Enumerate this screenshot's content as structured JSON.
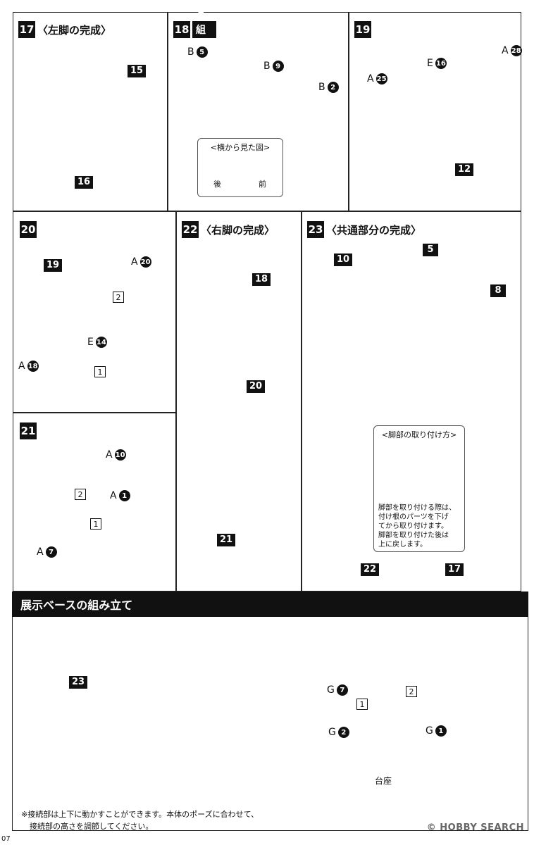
{
  "steps": {
    "s17": {
      "num": "17",
      "title": "〈左脚の完成〉",
      "tags": [
        "15",
        "16"
      ]
    },
    "s18": {
      "num": "18",
      "title": "右脚の組み立て",
      "labels": [
        "B",
        "5",
        "B",
        "9",
        "B",
        "2"
      ],
      "box_title": "<横から見た図>",
      "back": "後",
      "front": "前"
    },
    "s19": {
      "num": "19",
      "labels": [
        "A",
        "25",
        "E",
        "16",
        "A",
        "28"
      ],
      "tag": "12"
    },
    "s20": {
      "num": "20",
      "tag": "19",
      "labels": [
        "A",
        "20",
        "A",
        "18",
        "E",
        "14"
      ],
      "seq": [
        "2",
        "1"
      ]
    },
    "s21": {
      "num": "21",
      "labels": [
        "A",
        "10",
        "A",
        "1",
        "A",
        "7"
      ],
      "seq": [
        "2",
        "1"
      ]
    },
    "s22": {
      "num": "22",
      "title": "〈右脚の完成〉",
      "tags": [
        "18",
        "20",
        "21"
      ]
    },
    "s23": {
      "num": "23",
      "title": "〈共通部分の完成〉",
      "tags": [
        "10",
        "5",
        "8",
        "22",
        "17"
      ],
      "box_title": "<脚部の取り付け方>",
      "box_text": [
        "脚部を取り付ける際は、",
        "付け根のパーツを下げ",
        "てから取り付けます。",
        "脚部を取り付けた後は",
        "上に戻します。"
      ]
    }
  },
  "base": {
    "header": "展示ベースの組み立て",
    "tag": "23",
    "labels": [
      "G",
      "7",
      "G",
      "2",
      "G",
      "1"
    ],
    "seq": [
      "1",
      "2"
    ],
    "stand_label": "台座",
    "note": [
      "※接続部は上下に動かすことができます。本体のポーズに合わせて、",
      "接続部の高さを調節してください。"
    ]
  },
  "page_number": "07",
  "watermark": "© HOBBY SEARCH"
}
